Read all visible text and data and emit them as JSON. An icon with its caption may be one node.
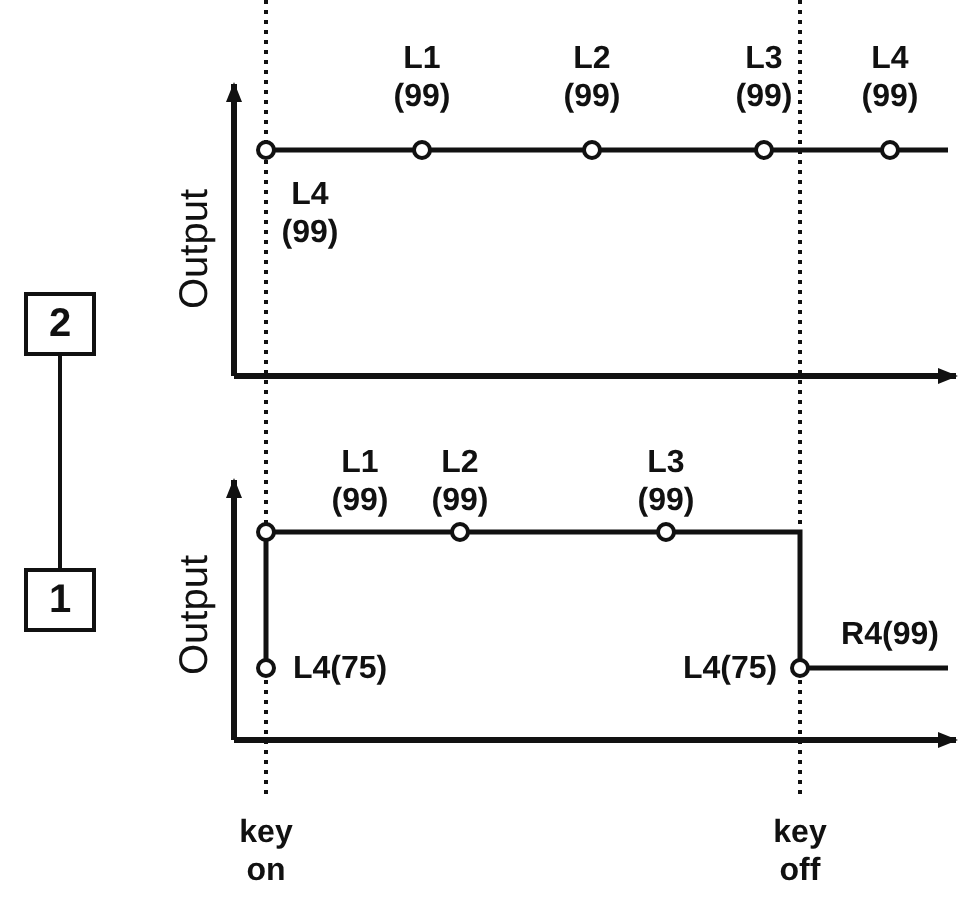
{
  "diagram": {
    "nodes": [
      {
        "text": [
          "2"
        ]
      },
      {
        "text": [
          "1"
        ]
      }
    ],
    "edges": [
      {
        "from": 0,
        "to": 1,
        "arrow": "none"
      }
    ],
    "labels": [
      "L1 (99)",
      "L2 (99)",
      "L3 (99)",
      "L4 (99)",
      "Output",
      "L4 (99)",
      "L1 (99)",
      "L2 (99)",
      "L3 (99)",
      "Output",
      "R4(99)",
      "L4(75)",
      "L4(75)",
      "key on",
      "key off"
    ]
  }
}
